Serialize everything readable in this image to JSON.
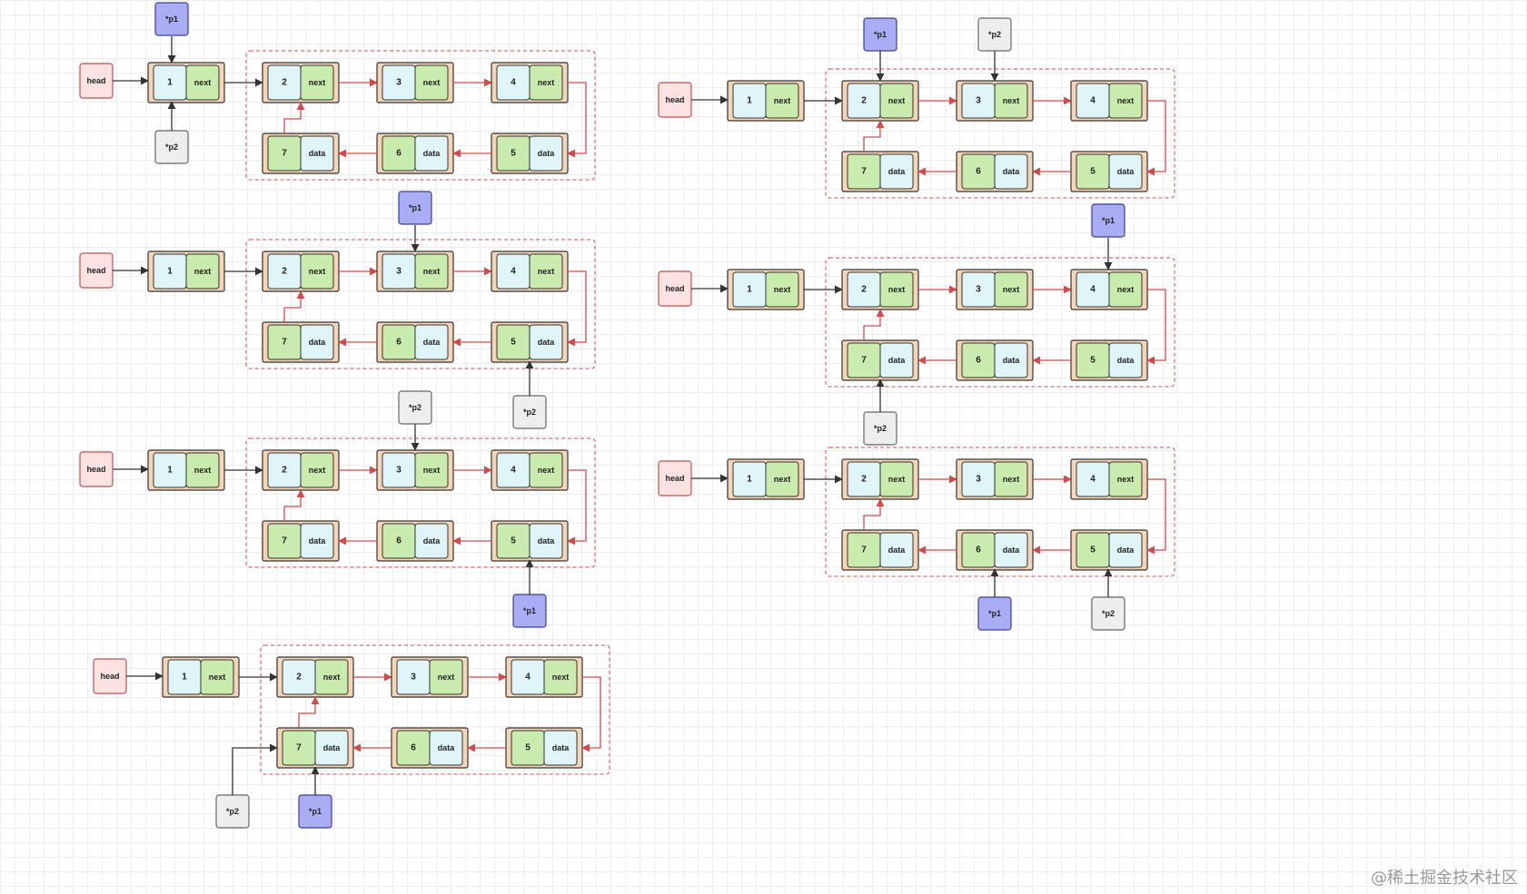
{
  "labels": {
    "head": "head",
    "next": "next",
    "data": "data",
    "p1": "*p1",
    "p2": "*p2"
  },
  "nodes": {
    "top_row": [
      "1",
      "2",
      "3",
      "4"
    ],
    "bottom_row": [
      "7",
      "6",
      "5"
    ]
  },
  "colors": {
    "head_fill": "#fde2e2",
    "head_stroke": "#b85450",
    "p1_fill": "#a9adf4",
    "p1_stroke": "#3d3f8f",
    "p2_fill": "#eeeeee",
    "p2_stroke": "#666666",
    "node_outer": "#f6d5b6",
    "cell_blue": "#dff5f8",
    "cell_green": "#c9ebae",
    "ring_stroke": "#d14b4b",
    "link_stroke": "#333333"
  },
  "diagrams": [
    {
      "id": "step-1",
      "p1_position": "above node 1",
      "p2_position": "below node 1"
    },
    {
      "id": "step-2",
      "p1_position": "above node 3",
      "p2_position": "below node 5"
    },
    {
      "id": "step-3",
      "p1_position": "below node 5",
      "p2_position": "above node 3"
    },
    {
      "id": "step-4",
      "p1_position": "below node 7",
      "p2_position": "left of node 7"
    },
    {
      "id": "step-5",
      "p1_position": "above node 2",
      "p2_position": "above node 3"
    },
    {
      "id": "step-6",
      "p1_position": "above node 4",
      "p2_position": "below node 7"
    },
    {
      "id": "step-7",
      "p1_position": "below node 6",
      "p2_position": "below node 5"
    }
  ],
  "watermark": "@稀土掘金技术社区"
}
